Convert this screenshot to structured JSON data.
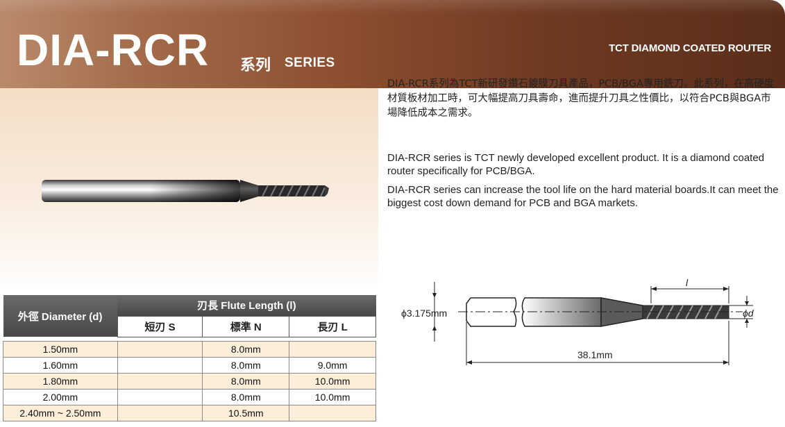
{
  "header": {
    "title": "DIA-RCR",
    "title_cjk": "系列",
    "title_series": "SERIES",
    "subtitle": "TCT DIAMOND COATED ROUTER"
  },
  "description": {
    "cn": "DIA-RCR系列為TCT新研發鑽石鍍膜刀具產品，PCB/BGA專用銑刀。此系列，在高硬度材質板材加工時，可大幅提高刀具壽命，進而提升刀具之性價比，以符合PCB與BGA市場降低成本之需求。",
    "en_1": "DIA-RCR series is TCT newly developed excellent product. It is a diamond coated router specifically for PCB/BGA.",
    "en_2": "DIA-RCR series can increase the tool life on the hard material boards.It can meet  the biggest cost down demand for PCB and BGA markets."
  },
  "table": {
    "header_diameter": "外徑 Diameter (d)",
    "header_flute": "刃長 Flute Length (l)",
    "sub_headers": [
      "短刃 S",
      "標準 N",
      "長刃 L"
    ],
    "rows": [
      {
        "diameter": "1.50mm",
        "s": "",
        "n": "8.0mm",
        "l": ""
      },
      {
        "diameter": "1.60mm",
        "s": "",
        "n": "8.0mm",
        "l": "9.0mm"
      },
      {
        "diameter": "1.80mm",
        "s": "",
        "n": "8.0mm",
        "l": "10.0mm"
      },
      {
        "diameter": "2.00mm",
        "s": "",
        "n": "8.0mm",
        "l": "10.0mm"
      },
      {
        "diameter": "2.40mm ~ 2.50mm",
        "s": "",
        "n": "10.5mm",
        "l": ""
      }
    ]
  },
  "drawing": {
    "shank_dim": "ϕ3.175mm",
    "length_dim": "38.1mm",
    "flute_label": "l",
    "diameter_label": "ϕd"
  },
  "colors": {
    "header_brown": "#8a4d2e",
    "table_dark": "#555555",
    "row_tint": "#fdeeda"
  }
}
